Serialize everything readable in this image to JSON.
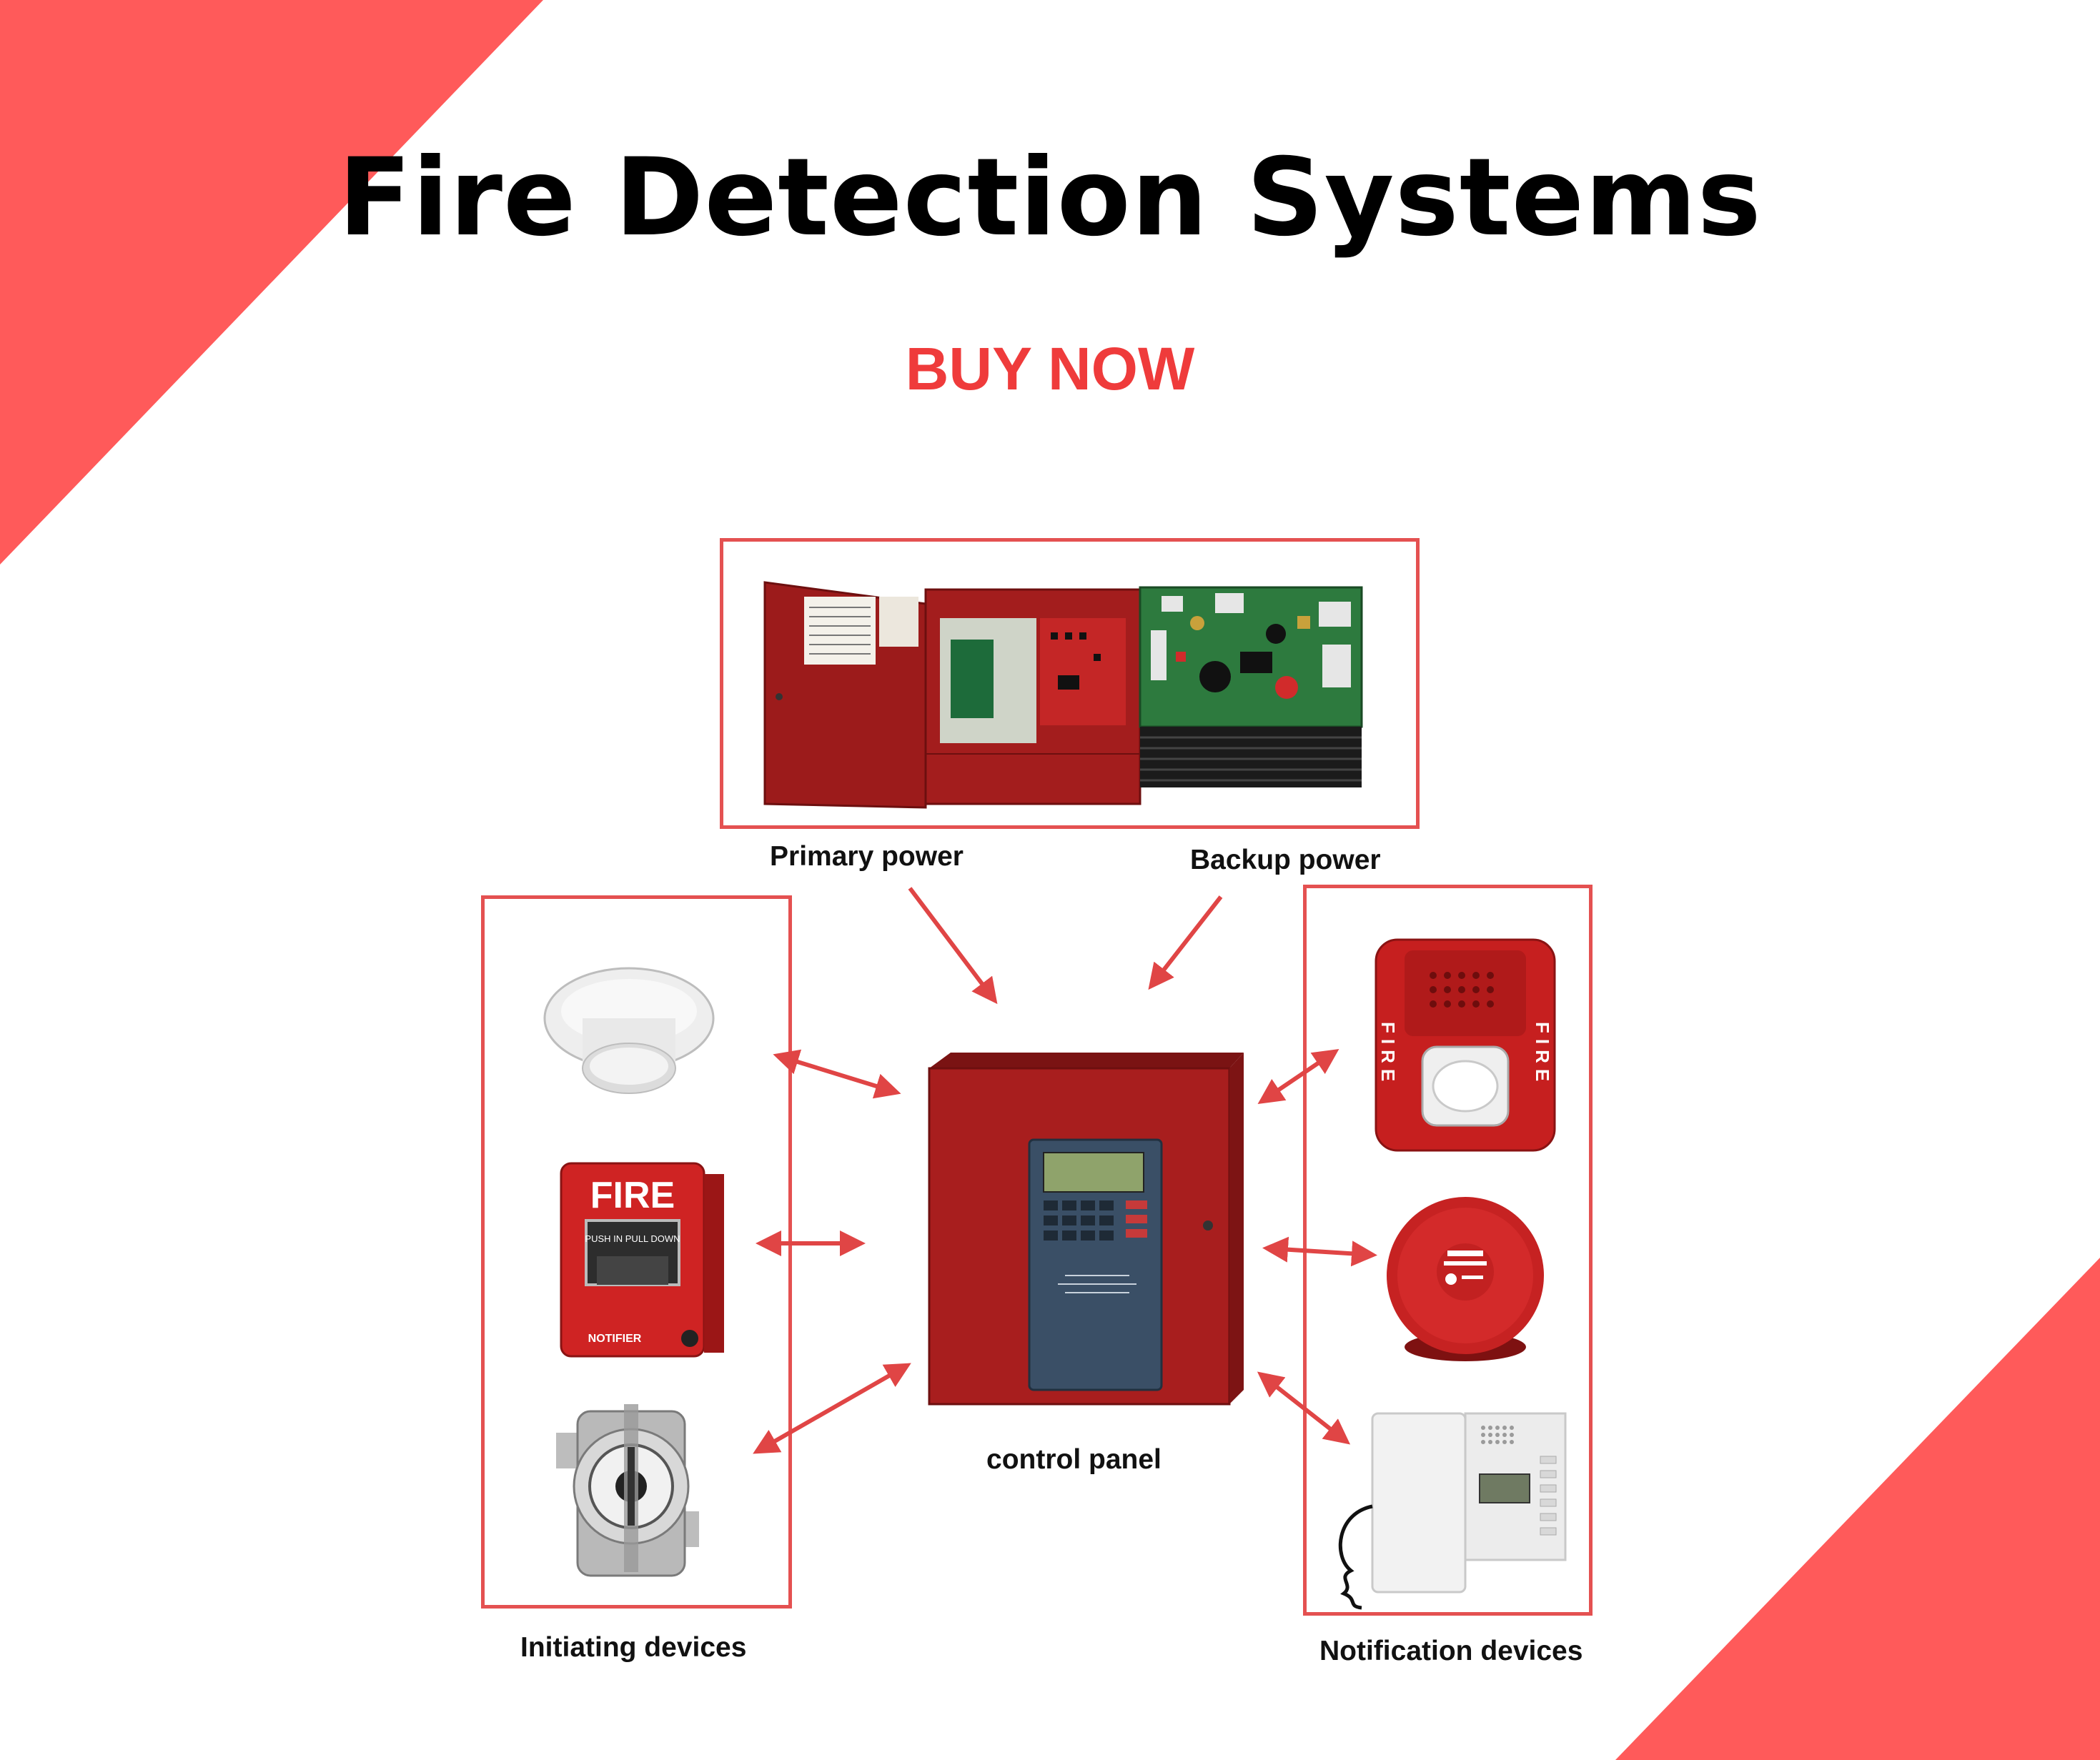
{
  "header": {
    "title": "Fire Detection Systems",
    "cta_label": "BUY NOW"
  },
  "diagram": {
    "labels": {
      "primary_power": "Primary power",
      "backup_power": "Backup power",
      "control_panel": "control panel",
      "initiating_devices": "Initiating devices",
      "notification_devices": "Notification devices"
    },
    "device_text": {
      "pull_station_fire": "FIRE",
      "pull_station_instruction": "PUSH IN PULL DOWN",
      "pull_station_brand": "NOTIFIER",
      "strobe_fire": "FIRE"
    }
  },
  "colors": {
    "accent": "#ff5a5a",
    "cta": "#ef3b3b",
    "box_border": "#e45151",
    "arrow": "#e04545",
    "panel_red": "#a81e1e"
  }
}
